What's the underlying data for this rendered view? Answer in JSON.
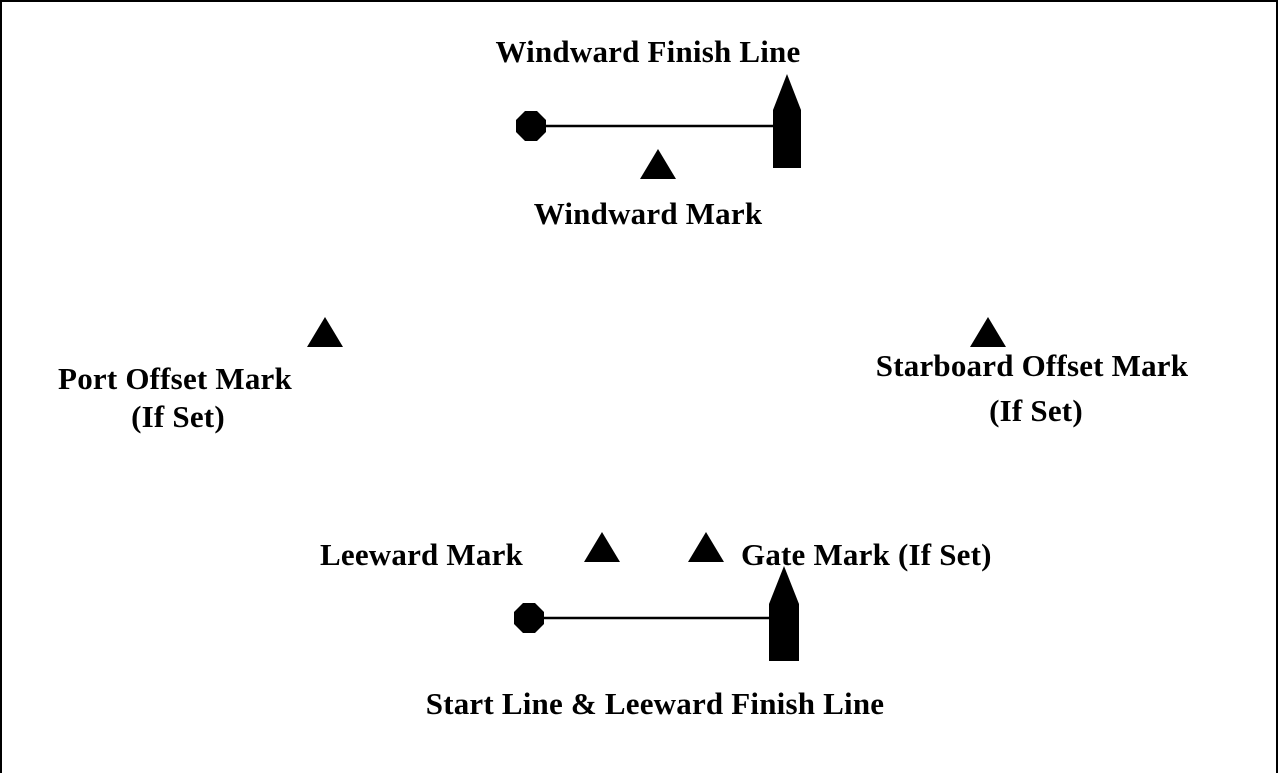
{
  "diagram": {
    "labels": {
      "windward_finish_line": "Windward Finish Line",
      "windward_mark": "Windward Mark",
      "port_offset_mark_line1": "Port Offset Mark",
      "port_offset_mark_line2": "(If Set)",
      "starboard_offset_mark_line1": "Starboard Offset Mark",
      "starboard_offset_mark_line2": "(If Set)",
      "leeward_mark": "Leeward Mark",
      "gate_mark": "Gate Mark (If Set)",
      "start_line": "Start Line & Leeward Finish Line"
    },
    "colors": {
      "ink": "#000000",
      "background": "#ffffff"
    },
    "icons": [
      "pin-end-octagon-icon",
      "committee-boat-icon",
      "mark-triangle-icon"
    ]
  }
}
